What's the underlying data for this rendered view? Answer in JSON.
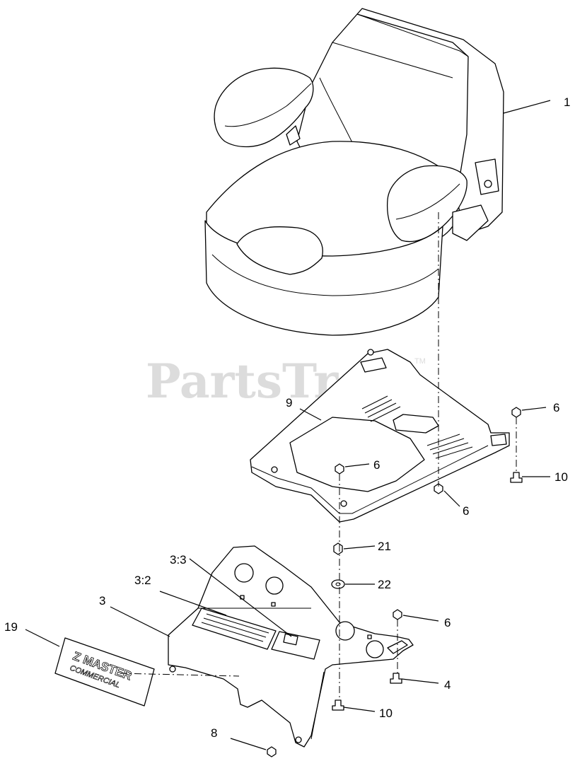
{
  "watermark": {
    "text": "PartsTree",
    "trademark": "TM"
  },
  "logo_decal": {
    "line1": "Z MASTER",
    "line2": "COMMERCIAL"
  },
  "callouts": {
    "c1": "1",
    "c9": "9",
    "c6a": "6",
    "c6b": "6",
    "c6c": "6",
    "c6d": "6",
    "c10a": "10",
    "c10b": "10",
    "c21": "21",
    "c22": "22",
    "c33": "3:3",
    "c32": "3:2",
    "c3": "3",
    "c19": "19",
    "c4": "4",
    "c8": "8"
  }
}
